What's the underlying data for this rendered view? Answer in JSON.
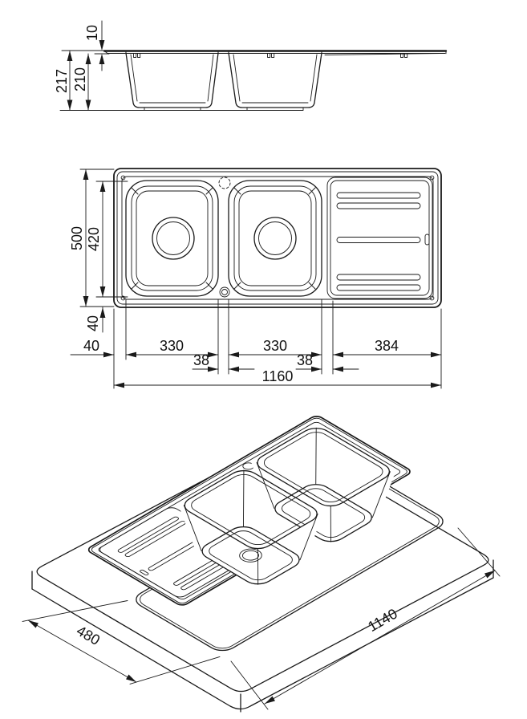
{
  "page": {
    "background": "#ffffff",
    "line_color": "#1a1a1a",
    "description": "Technical dimension drawing of a 1.5/2-bowl inset kitchen sink with drainer: side elevation, top plan view and isometric worktop cutout view"
  },
  "views": {
    "side_elevation": {
      "dimensions": {
        "rim_thickness": "10",
        "overall_height": "217",
        "bowl_depth": "210"
      }
    },
    "top_plan": {
      "dimensions": {
        "overall_depth": "500",
        "bowl_opening_depth": "420",
        "bottom_margin": "40",
        "left_margin": "40",
        "bowl_one_width": "330",
        "divider_one": "38",
        "bowl_two_width": "330",
        "divider_two": "38",
        "drainer_length": "384",
        "overall_length": "1160"
      }
    },
    "isometric": {
      "dimensions": {
        "worktop_cutout_depth": "480",
        "worktop_cutout_length": "1140"
      }
    }
  }
}
